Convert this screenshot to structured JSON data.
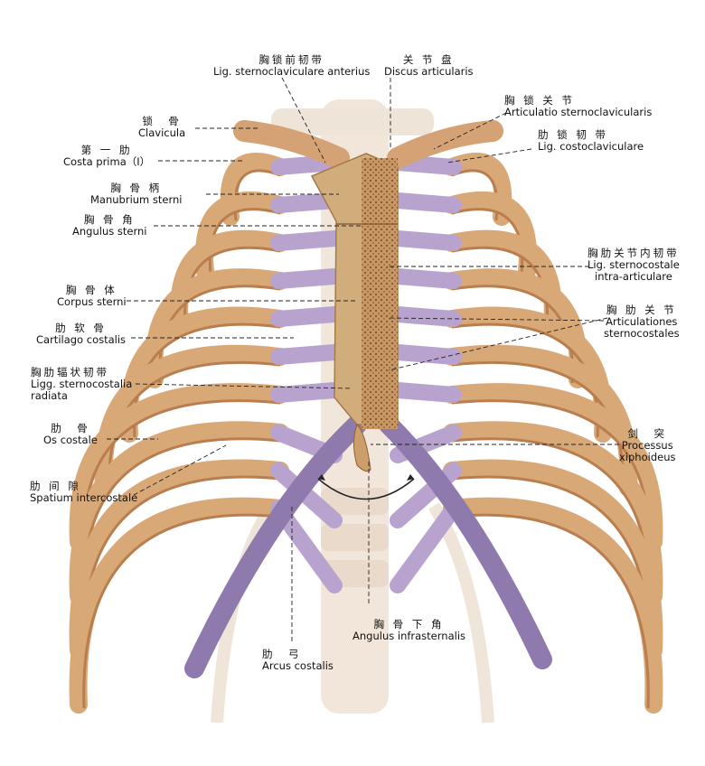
{
  "labels": {
    "sc_ant_lig": {
      "zh": "胸锁前韧带",
      "la": "Lig. sternoclaviculare anterius"
    },
    "discus": {
      "zh": "关 节 盘",
      "la": "Discus articularis"
    },
    "sc_joint": {
      "zh": "胸 锁 关 节",
      "la": "Articulatio sternoclavicularis"
    },
    "cc_lig": {
      "zh": "肋 锁 韧 带",
      "la": "Lig. costoclaviculare"
    },
    "clavicle": {
      "zh": "锁　骨",
      "la": "Clavicula"
    },
    "first_rib": {
      "zh": "第 一 肋",
      "la": "Costa prima（Ⅰ）"
    },
    "manubrium": {
      "zh": "胸 骨 柄",
      "la": "Manubrium sterni"
    },
    "angle": {
      "zh": "胸 骨 角",
      "la": "Angulus sterni"
    },
    "intra_lig": {
      "zh": "胸肋关节内韧带",
      "la": "Lig. sternocostale",
      "la2": "intra-articulare"
    },
    "body": {
      "zh": "胸 骨 体",
      "la": "Corpus sterni"
    },
    "sc_joints": {
      "zh": "胸 肋 关 节",
      "la": "Articulationes",
      "la2": "sternocostales"
    },
    "cartilage": {
      "zh": "肋 软 骨",
      "la": "Cartilago costalis"
    },
    "radiate": {
      "zh": "胸肋辐状韧带",
      "la": "Ligg. sternocostalia",
      "la2": "radiata"
    },
    "rib": {
      "zh": "肋　骨",
      "la": "Os costale"
    },
    "xiphoid": {
      "zh": "剑　突",
      "la": "Processus",
      "la2": "xiphoideus"
    },
    "intercostal": {
      "zh": "肋 间 隙",
      "la": "Spatium intercostale"
    },
    "infrasternal": {
      "zh": "胸 骨 下 角",
      "la": "Angulus infrasternalis"
    },
    "arcus": {
      "zh": "肋　弓",
      "la": "Arcus costalis"
    }
  },
  "colors": {
    "bone": "#d9a877",
    "bone_dark": "#b97d4e",
    "cartilage": "#b8a3cf",
    "cartilage_dark": "#8f7aae",
    "spine": "#e9d8c6",
    "sternum": "#d4b282",
    "marrow": "#a5703f",
    "leader": "#222222"
  }
}
